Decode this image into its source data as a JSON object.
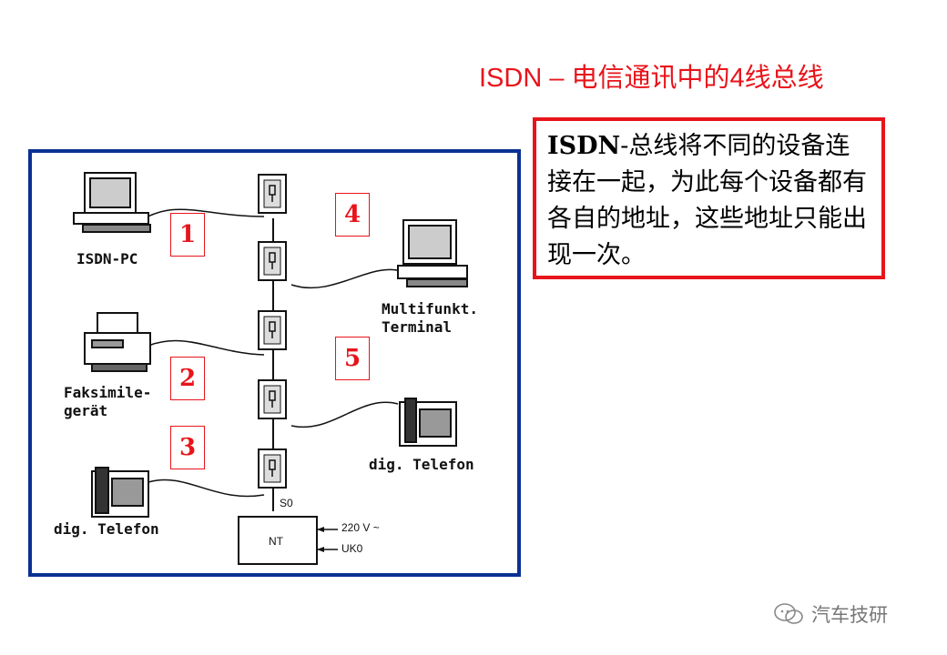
{
  "title": "ISDN – 电信通讯中的4线总线",
  "note": {
    "bold_term": "ISDN",
    "text": "-总线将不同的设备连接在一起，为此每个设备都有各自的地址，这些地址只能出现一次。"
  },
  "diagram": {
    "numbers": [
      "1",
      "2",
      "3",
      "4",
      "5"
    ],
    "labels": {
      "isdn_pc": "ISDN-PC",
      "multifunkt_line1": "Multifunkt.",
      "multifunkt_line2": "Terminal",
      "fax_line1": "Faksimile-",
      "fax_line2": "gerät",
      "telefon_right": "dig. Telefon",
      "telefon_left": "dig. Telefon",
      "s0": "S0",
      "nt": "NT",
      "voltage": "220 V ~",
      "uk0": "UK0"
    }
  },
  "watermark": {
    "text": "汽车技研"
  }
}
